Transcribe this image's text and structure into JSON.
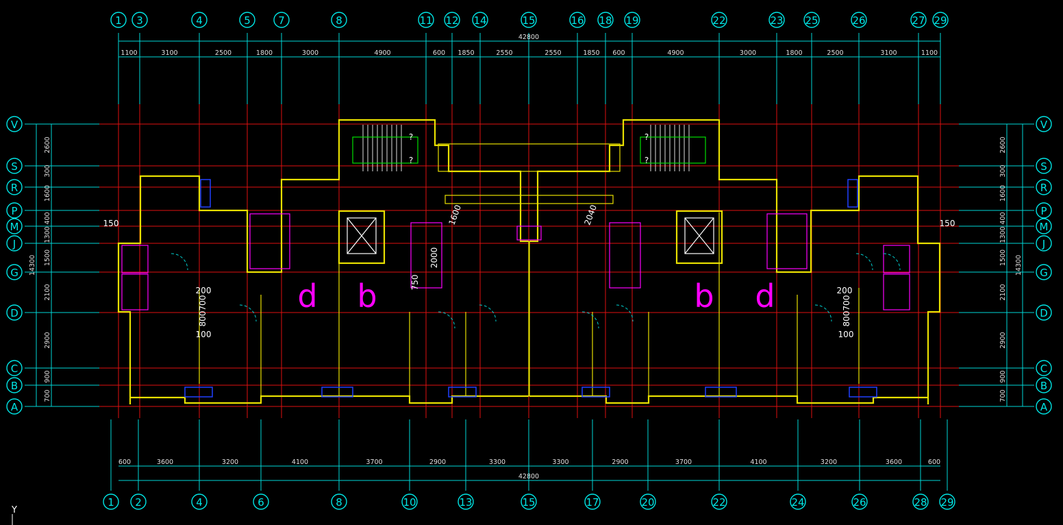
{
  "drawing": {
    "top_axes": [
      "1",
      "3",
      "4",
      "5",
      "7",
      "8",
      "11",
      "12",
      "14",
      "15",
      "16",
      "18",
      "19",
      "22",
      "23",
      "25",
      "26",
      "27",
      "29"
    ],
    "bottom_axes": [
      "1",
      "2",
      "4",
      "6",
      "8",
      "10",
      "13",
      "15",
      "17",
      "20",
      "22",
      "24",
      "26",
      "28",
      "29"
    ],
    "row_axes": [
      "V",
      "S",
      "R",
      "P",
      "M",
      "J",
      "G",
      "D",
      "C",
      "B",
      "A"
    ],
    "top_total": "42800",
    "bottom_total": "42800",
    "top_dims": [
      "1100",
      "3100",
      "2500",
      "1800",
      "3000",
      "4900",
      "600",
      "1850",
      "2550",
      "2550",
      "1850",
      "600",
      "4900",
      "3000",
      "1800",
      "2500",
      "3100",
      "1100"
    ],
    "bottom_dims": [
      "600",
      "3600",
      "3200",
      "4100",
      "3700",
      "2900",
      "3300",
      "3300",
      "2900",
      "3700",
      "4100",
      "3200",
      "3600",
      "600"
    ],
    "side_dims": [
      "2600",
      "300",
      "1600",
      "400",
      "1300",
      "1500",
      "2100",
      "2900",
      "900",
      "700"
    ],
    "side_total": "14300",
    "room_labels": [
      "d",
      "b",
      "b",
      "d"
    ],
    "small_labels": {
      "left_150": "150",
      "right_150": "150",
      "left_200": "200",
      "right_200": "200",
      "left_100": "100",
      "right_100": "100",
      "left_800": "800",
      "left_700": "700",
      "right_800": "800",
      "right_700": "700",
      "dim_2000": "2000",
      "dim_750": "750",
      "dim_1600": "1600",
      "dim_2040": "2040",
      "q1": "?",
      "q2": "?",
      "q3": "?",
      "q4": "?"
    },
    "ucs_label": "Y",
    "colors": {
      "axis": "#00e5e5",
      "wall": "#e8e000",
      "red_axis": "#e01010",
      "room_label": "#ff00ff",
      "background": "#000000"
    }
  }
}
